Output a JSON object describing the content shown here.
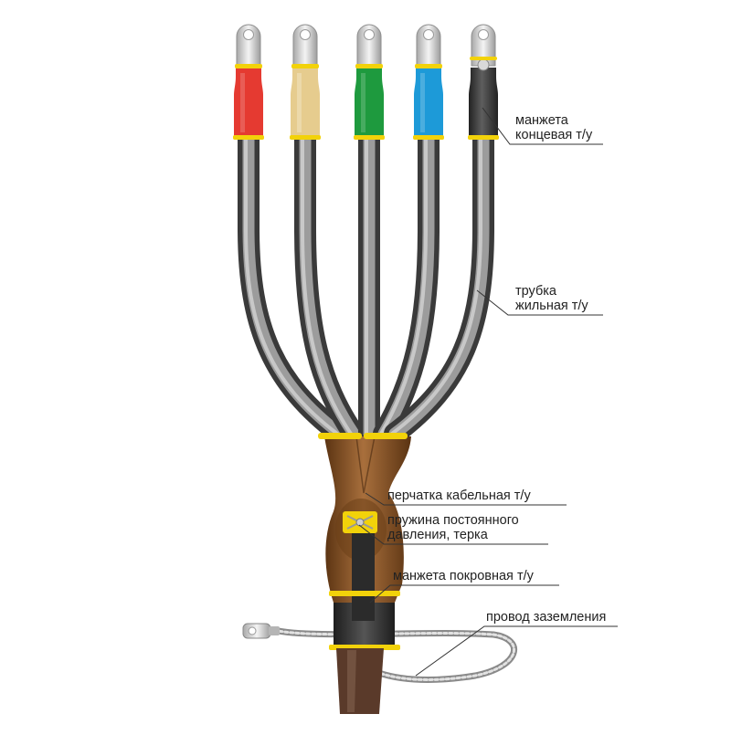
{
  "colors": {
    "core_1_sleeve": "#e53a31",
    "core_2_sleeve": "#e6cc8e",
    "core_3_sleeve": "#1e9a3e",
    "core_4_sleeve": "#1d9ad8",
    "core_5_sleeve": "#4a4a4a",
    "core_tube": "#8d8d8d",
    "glove": "#8a5528",
    "outer_sleeve": "#3c3c3c",
    "band": "#f2d20a",
    "lug": "#d9d9d9",
    "ground_wire": "#b0b0b0"
  },
  "labels": {
    "end_sleeve": {
      "line1": "манжета",
      "line2": "концевая т/у"
    },
    "core_tube": {
      "line1": "трубка",
      "line2": "жильная т/у"
    },
    "glove": {
      "line1": "перчатка кабельная т/у"
    },
    "spring": {
      "line1": "пружина постоянного",
      "line2": "давления, терка"
    },
    "cover_sleeve": {
      "line1": "манжета покровная т/у"
    },
    "ground_wire": {
      "line1": "провод заземления"
    }
  }
}
